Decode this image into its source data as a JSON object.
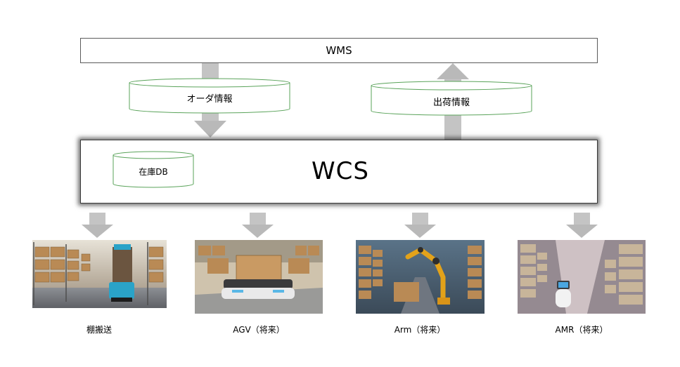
{
  "wms": {
    "label": "WMS"
  },
  "wcs": {
    "label": "WCS"
  },
  "flows": {
    "order_info": "オーダ情報",
    "shipping_info": "出荷情報"
  },
  "wcs_db": {
    "label": "在庫DB"
  },
  "devices": [
    {
      "label": "棚搬送",
      "image": "shelf-transport-robot-photo"
    },
    {
      "label": "AGV（将来）",
      "image": "agv-carrying-box-photo"
    },
    {
      "label": "Arm（将来）",
      "image": "robot-arm-warehouse-photo"
    },
    {
      "label": "AMR（将来）",
      "image": "amr-warehouse-aisle-photo"
    }
  ],
  "colors": {
    "arrow": "#c4c4c4",
    "cylinder_border": "#5aa35a",
    "box_border": "#5b5b5b"
  }
}
